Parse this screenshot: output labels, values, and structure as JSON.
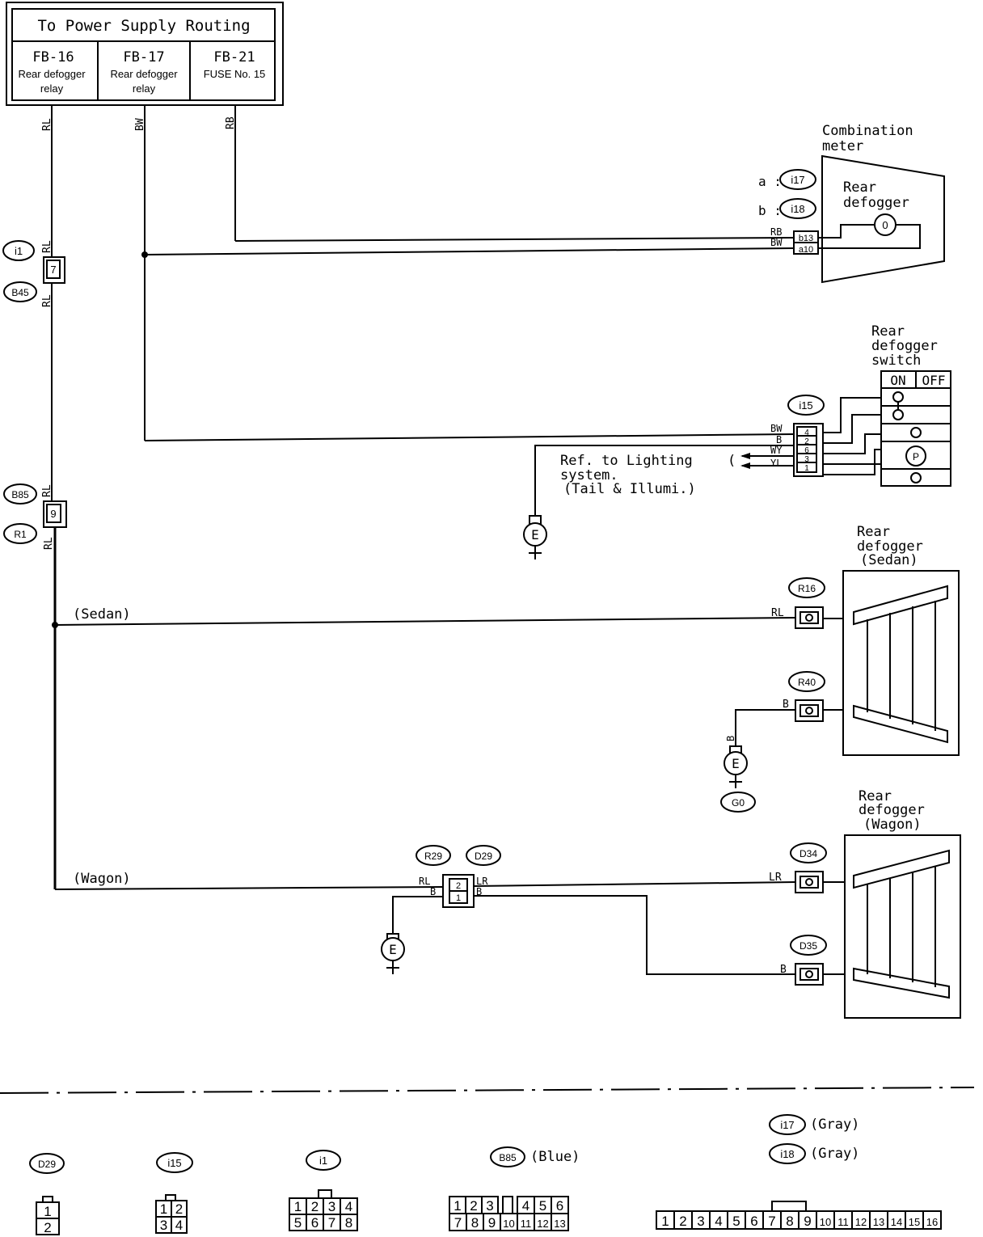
{
  "power_supply": {
    "title": "To Power Supply Routing",
    "cells": [
      {
        "id": "FB-16",
        "desc1": "Rear defogger",
        "desc2": "relay"
      },
      {
        "id": "FB-17",
        "desc1": "Rear defogger",
        "desc2": "relay"
      },
      {
        "id": "FB-21",
        "desc1": "FUSE No. 15",
        "desc2": ""
      }
    ]
  },
  "wire_colors": {
    "rl": "RL",
    "bw": "BW",
    "rb": "RB",
    "b": "B",
    "wy": "WY",
    "yl": "YL",
    "lr": "LR"
  },
  "connectors": {
    "i1": "i1",
    "b45": "B45",
    "b85": "B85",
    "r1": "R1",
    "i17": "i17",
    "i18": "i18",
    "i15": "i15",
    "r16": "R16",
    "r40": "R40",
    "g0": "G0",
    "r29": "R29",
    "d29": "D29",
    "d34": "D34",
    "d35": "D35"
  },
  "pins": {
    "i1_b45": "7",
    "b85_r1": "9",
    "meter_b": "b13",
    "meter_a": "a10",
    "i15": [
      "4",
      "2",
      "6",
      "3",
      "1"
    ],
    "r29_d29": [
      "2",
      "1"
    ]
  },
  "meter": {
    "title1": "Combination",
    "title2": "meter",
    "a_prefix": "a :",
    "b_prefix": "b :",
    "label1": "Rear",
    "label2": "defogger"
  },
  "switch": {
    "title1": "Rear",
    "title2": "defogger",
    "title3": "switch",
    "on": "ON",
    "off": "OFF"
  },
  "ref": {
    "line1": "Ref. to Lighting",
    "line2": "system.",
    "line3": "(Tail & Illumi.)"
  },
  "ground": "E",
  "branches": {
    "sedan": "(Sedan)",
    "wagon": "(Wagon)"
  },
  "defogger_sedan": {
    "line1": "Rear",
    "line2": "defogger",
    "line3": "(Sedan)"
  },
  "defogger_wagon": {
    "line1": "Rear",
    "line2": "defogger",
    "line3": "(Wagon)"
  },
  "legend": {
    "i17_color": "(Gray)",
    "i18_color": "(Gray)",
    "b85_color": "(Blue)",
    "d29_pins": [
      "1",
      "2"
    ],
    "i15_pins": [
      "1",
      "2",
      "3",
      "4"
    ],
    "i1_pins": [
      "1",
      "2",
      "3",
      "4",
      "5",
      "6",
      "7",
      "8"
    ],
    "b85_pins": [
      "1",
      "2",
      "3",
      "4",
      "5",
      "6",
      "7",
      "8",
      "9",
      "10",
      "11",
      "12",
      "13"
    ],
    "i17_pins": [
      "1",
      "2",
      "3",
      "4",
      "5",
      "6",
      "7",
      "8",
      "9",
      "10",
      "11",
      "12",
      "13",
      "14",
      "15",
      "16"
    ]
  }
}
